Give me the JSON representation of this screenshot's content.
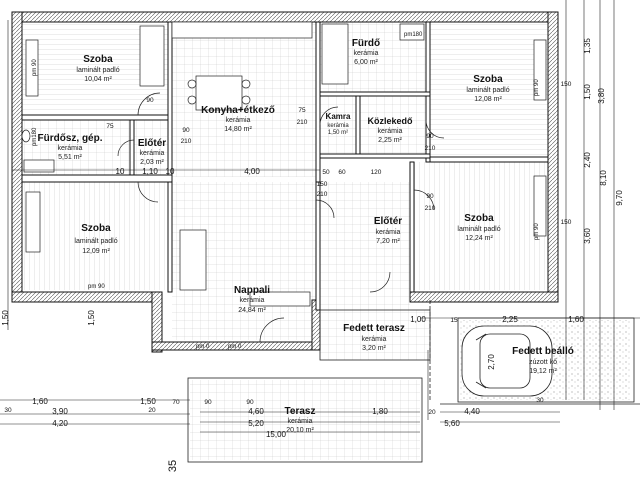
{
  "rooms": {
    "szoba_nw": {
      "name": "Szoba",
      "floor": "laminált padló",
      "area": "10,04 m²"
    },
    "konyha": {
      "name": "Konyha+étkező",
      "floor": "kerámia",
      "area": "14,80 m²"
    },
    "furdo": {
      "name": "Fürdő",
      "floor": "kerámia",
      "area": "6,00 m²"
    },
    "szoba_ne": {
      "name": "Szoba",
      "floor": "laminált padló",
      "area": "12,08 m²"
    },
    "furdosz": {
      "name": "Fürdősz, gép.",
      "floor": "kerámia",
      "area": "5,51 m²"
    },
    "eloter_w": {
      "name": "Előtér",
      "floor": "kerámia",
      "area": "2,03 m²"
    },
    "kamra": {
      "name": "Kamra",
      "floor": "kerámia",
      "area": "1,50 m²"
    },
    "kozlekedo": {
      "name": "Közlekedő",
      "floor": "kerámia",
      "area": "2,25 m²"
    },
    "szoba_sw": {
      "name": "Szoba",
      "floor": "laminált padló",
      "area": "12,09 m²"
    },
    "eloter_e": {
      "name": "Előtér",
      "floor": "kerámia",
      "area": "7,20 m²"
    },
    "szoba_se": {
      "name": "Szoba",
      "floor": "laminált padló",
      "area": "12,24 m²"
    },
    "nappali": {
      "name": "Nappali",
      "floor": "kerámia",
      "area": "24,84 m²"
    },
    "fedett_terasz": {
      "name": "Fedett terasz",
      "floor": "kerámia",
      "area": "3,20 m²"
    },
    "fedett_beallo": {
      "name": "Fedett beálló",
      "floor": "zúzott kő",
      "area": "19,12 m²"
    },
    "terasz": {
      "name": "Terasz",
      "floor": "kerámia",
      "area": "20,10 m²"
    }
  },
  "notes": {
    "pm90": "pm 90",
    "pm180": "pm180",
    "pm0": "pm 0"
  },
  "dims": {
    "d_400": "4,00",
    "d_110": "1,10",
    "d_10a": "10",
    "d_10b": "10",
    "d_160": "1,60",
    "d_150": "1,50",
    "d_390": "3,90",
    "d_420": "4,20",
    "d_460": "4,60",
    "d_520": "5,20",
    "d_1500": "15,00",
    "d_560": "5,60",
    "d_440": "4,40",
    "d_180": "1,80",
    "d_100": "1,00",
    "d_225": "2,25",
    "d_270": "2,70",
    "d_135": "1,35",
    "d_380": "3,80",
    "d_240": "2,40",
    "d_360": "3,60",
    "d_970": "9,70",
    "d_810": "8,10",
    "d_30": "30",
    "d_20": "20",
    "d_50": "50",
    "d_60": "60",
    "d_70": "70",
    "d_90": "90",
    "d_120": "120",
    "d_150s": "150",
    "d_210": "210",
    "d_75": "75",
    "d_15": "15",
    "d_35": "35"
  }
}
